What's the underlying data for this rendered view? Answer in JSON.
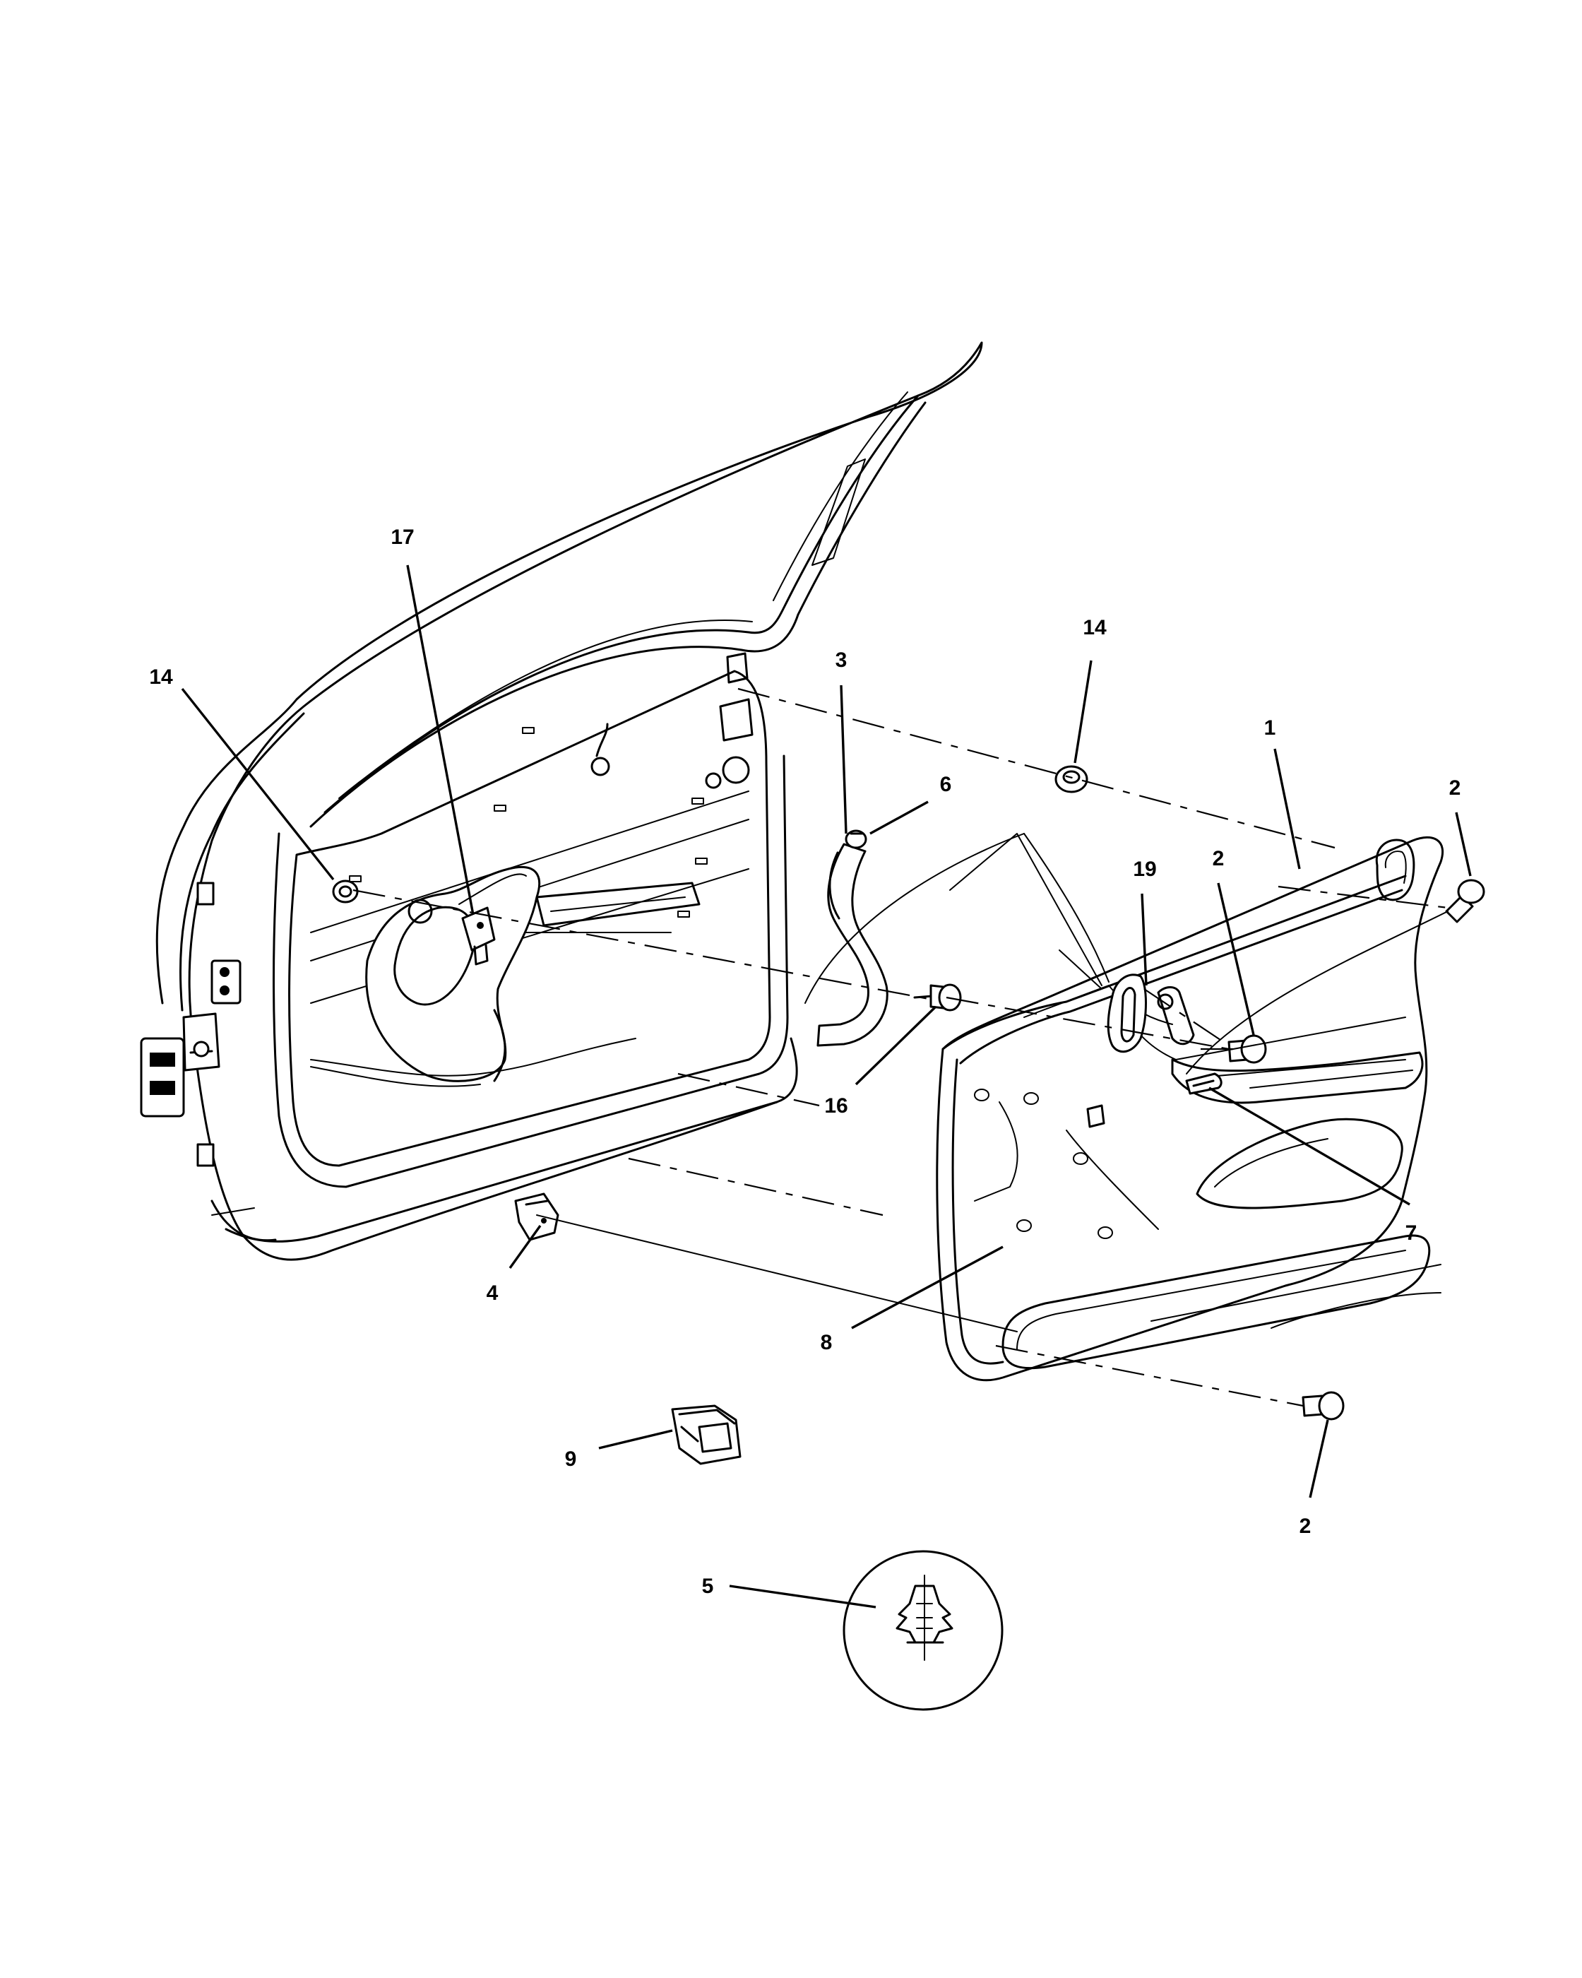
{
  "callouts": [
    {
      "id": "c17",
      "label": "17"
    },
    {
      "id": "c14a",
      "label": "14"
    },
    {
      "id": "c3",
      "label": "3"
    },
    {
      "id": "c14b",
      "label": "14"
    },
    {
      "id": "c1",
      "label": "1"
    },
    {
      "id": "c2a",
      "label": "2"
    },
    {
      "id": "c6",
      "label": "6"
    },
    {
      "id": "c19",
      "label": "19"
    },
    {
      "id": "c2b",
      "label": "2"
    },
    {
      "id": "c16",
      "label": "16"
    },
    {
      "id": "c7",
      "label": "7"
    },
    {
      "id": "c4",
      "label": "4"
    },
    {
      "id": "c8",
      "label": "8"
    },
    {
      "id": "c9",
      "label": "9"
    },
    {
      "id": "c2c",
      "label": "2"
    },
    {
      "id": "c5",
      "label": "5"
    }
  ]
}
